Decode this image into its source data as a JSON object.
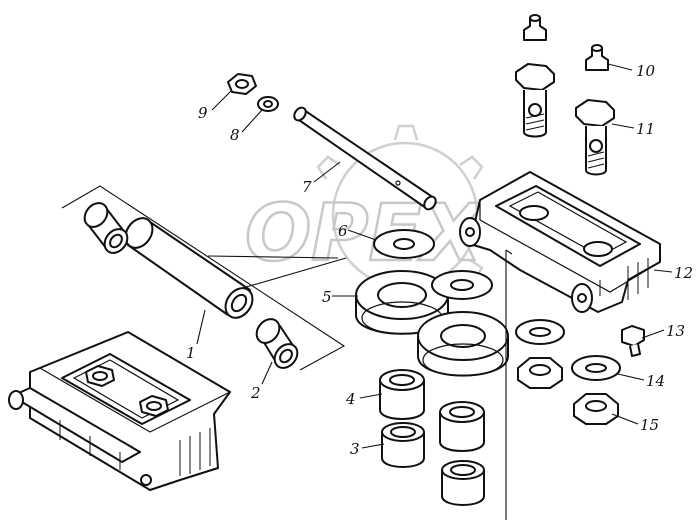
{
  "watermark": {
    "text": "OPEX"
  },
  "callouts": [
    {
      "id": "1",
      "label": "1"
    },
    {
      "id": "2",
      "label": "2"
    },
    {
      "id": "3",
      "label": "3"
    },
    {
      "id": "4",
      "label": "4"
    },
    {
      "id": "5",
      "label": "5"
    },
    {
      "id": "6",
      "label": "6"
    },
    {
      "id": "7",
      "label": "7"
    },
    {
      "id": "8",
      "label": "8"
    },
    {
      "id": "9",
      "label": "9"
    },
    {
      "id": "10",
      "label": "10"
    },
    {
      "id": "11",
      "label": "11"
    },
    {
      "id": "12",
      "label": "12"
    },
    {
      "id": "13",
      "label": "13"
    },
    {
      "id": "14",
      "label": "14"
    },
    {
      "id": "15",
      "label": "15"
    }
  ]
}
